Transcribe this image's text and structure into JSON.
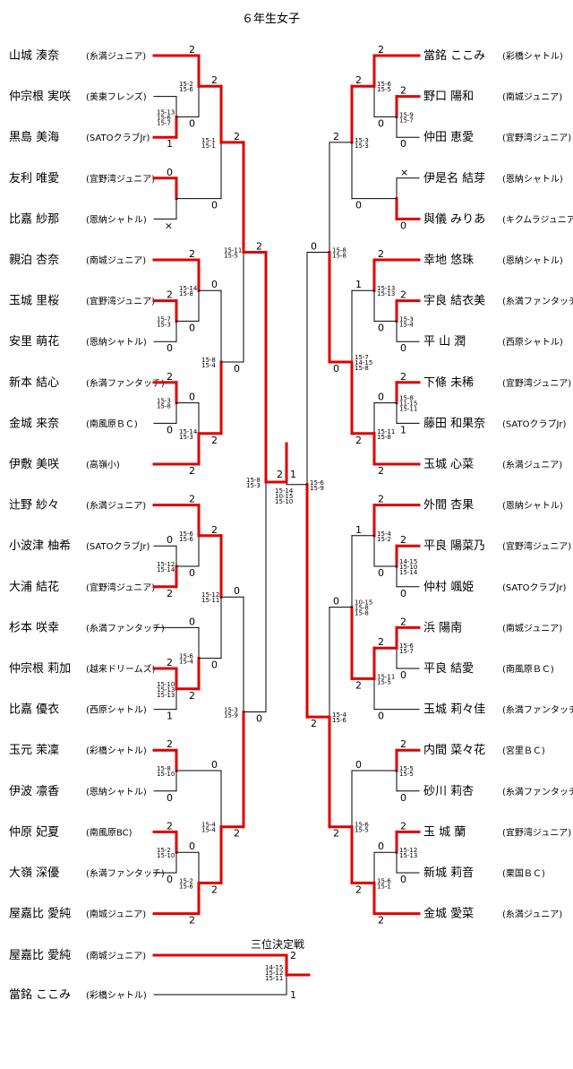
{
  "title": "６年生女子",
  "third_place_title": "三位決定戦",
  "colors": {
    "win": "#e00000",
    "lose": "#000000"
  },
  "left_players": [
    {
      "name": "山城 湊奈",
      "club": "(糸満ジュニア)"
    },
    {
      "name": "仲宗根 実咲",
      "club": "(美東フレンズ)"
    },
    {
      "name": "黒島 美海",
      "club": "(SATOクラブJr)"
    },
    {
      "name": "友利 唯愛",
      "club": "(宜野湾ジュニア)"
    },
    {
      "name": "比嘉 紗那",
      "club": "(恩納シャトル)"
    },
    {
      "name": "親泊 杏奈",
      "club": "(南城ジュニア)"
    },
    {
      "name": "玉城 里桜",
      "club": "(宜野湾ジュニア)"
    },
    {
      "name": "安里 萌花",
      "club": "(恩納シャトル)"
    },
    {
      "name": "新本 結心",
      "club": "(糸満ファンタッチ)"
    },
    {
      "name": "金城 来奈",
      "club": "(南風原ＢＣ)"
    },
    {
      "name": "伊敷 美咲",
      "club": "(高嶺小)"
    },
    {
      "name": "辻野 紗々",
      "club": "(糸満ジュニア)"
    },
    {
      "name": "小波津 柚希",
      "club": "(SATOクラブJr)"
    },
    {
      "name": "大浦 結花",
      "club": "(宜野湾ジュニア)"
    },
    {
      "name": "杉本 咲幸",
      "club": "(糸満ファンタッチ)"
    },
    {
      "name": "仲宗根 莉加",
      "club": "(越来ドリームズ)"
    },
    {
      "name": "比嘉 優衣",
      "club": "(西原シャトル)"
    },
    {
      "name": "玉元 茉凜",
      "club": "(彩橋シャトル)"
    },
    {
      "name": "伊波 凛香",
      "club": "(恩納シャトル)"
    },
    {
      "name": "仲原 妃夏",
      "club": "(南風原BC)"
    },
    {
      "name": "大嶺 深優",
      "club": "(糸満ファンタッチ)"
    },
    {
      "name": "屋嘉比 愛純",
      "club": "(南城ジュニア)"
    }
  ],
  "right_players": [
    {
      "name": "當銘 ここみ",
      "club": "(彩橋シャトル)"
    },
    {
      "name": "野口 陽和",
      "club": "(南城ジュニア)"
    },
    {
      "name": "仲田 恵愛",
      "club": "(宜野湾ジュニア)"
    },
    {
      "name": "伊是名 結芽",
      "club": "(恩納シャトル)"
    },
    {
      "name": "與儀 みりあ",
      "club": "(キクムラジュニア)"
    },
    {
      "name": "幸地 悠珠",
      "club": "(恩納シャトル)"
    },
    {
      "name": "宇良 結衣美",
      "club": "(糸満ファンタッチ)"
    },
    {
      "name": "平 山 潤",
      "club": "(西原シャトル)"
    },
    {
      "name": "下條 未稀",
      "club": "(宜野湾ジュニア)"
    },
    {
      "name": "藤田 和果奈",
      "club": "(SATOクラブJr)"
    },
    {
      "name": "玉城 心菜",
      "club": "(糸満ジュニア)"
    },
    {
      "name": "外間 杏果",
      "club": "(恩納シャトル)"
    },
    {
      "name": "平良 陽菜乃",
      "club": "(宜野湾ジュニア)"
    },
    {
      "name": "仲村 颯姫",
      "club": "(SATOクラブJr)"
    },
    {
      "name": "浜 陽南",
      "club": "(南城ジュニア)"
    },
    {
      "name": "平良 結愛",
      "club": "(南風原ＢＣ)"
    },
    {
      "name": "玉城 莉々佳",
      "club": "(糸満ファンタッチ)"
    },
    {
      "name": "内間 菜々花",
      "club": "(宮里ＢＣ)"
    },
    {
      "name": "砂川 莉杏",
      "club": "(糸満ファンタッチ)"
    },
    {
      "name": "玉 城 蘭",
      "club": "(宜野湾ジュニア)"
    },
    {
      "name": "新城 莉音",
      "club": "(栗国ＢＣ)"
    },
    {
      "name": "金城 愛菜",
      "club": "(糸満ジュニア)"
    }
  ],
  "left_matches": [
    {
      "a": 1,
      "b": 2,
      "winner": "b",
      "sa": "",
      "sb": "1",
      "scores": [
        "15-13",
        "15-6",
        "15-7"
      ]
    },
    {
      "a": 0,
      "b": "m0",
      "winner": "a",
      "sa": "2",
      "sb": "0",
      "scores": [
        "15-2",
        "15-6"
      ]
    },
    {
      "a": 3,
      "b": 4,
      "winner": "a",
      "sa": "0",
      "sb": "×",
      "scores": []
    },
    {
      "a": "m1",
      "b": "m2",
      "winner": "a",
      "sa": "2",
      "sb": "0",
      "scores": [
        "15-1",
        "15-1"
      ]
    },
    {
      "a": 6,
      "b": 7,
      "winner": "a",
      "sa": "2",
      "sb": "0",
      "scores": [
        "15-7",
        "15-3"
      ]
    },
    {
      "a": 5,
      "b": "m4",
      "winner": "a",
      "sa": "2",
      "sb": "0",
      "scores": [
        "15-14",
        "15-8"
      ]
    },
    {
      "a": 8,
      "b": 9,
      "winner": "a",
      "sa": "2",
      "sb": "0",
      "scores": [
        "15-3",
        "15-8"
      ]
    },
    {
      "a": "m6",
      "b": 10,
      "winner": "b",
      "sa": "0",
      "sb": "2",
      "scores": [
        "15-14",
        "15-3"
      ]
    },
    {
      "a": "m5",
      "b": "m7",
      "winner": "b",
      "sa": "0",
      "sb": "2",
      "scores": [
        "15-8",
        "15-4"
      ]
    },
    {
      "a": "m3",
      "b": "m8",
      "winner": "a",
      "sa": "2",
      "sb": "0",
      "scores": [
        "15-11",
        "15-5"
      ]
    },
    {
      "a": 12,
      "b": 13,
      "winner": "b",
      "sa": "0",
      "sb": "2",
      "scores": [
        "15-12",
        "15-14"
      ]
    },
    {
      "a": 11,
      "b": "m10",
      "winner": "a",
      "sa": "2",
      "sb": "0",
      "scores": [
        "15-6",
        "15-6"
      ]
    },
    {
      "a": 15,
      "b": 16,
      "winner": "a",
      "sa": "2",
      "sb": "1",
      "scores": [
        "15-10",
        "15-13",
        "15-13"
      ]
    },
    {
      "a": 14,
      "b": "m12",
      "winner": "b",
      "sa": "0",
      "sb": "2",
      "scores": [
        "15-6",
        "15-4"
      ]
    },
    {
      "a": "m11",
      "b": "m13",
      "winner": "a",
      "sa": "2",
      "sb": "0",
      "scores": [
        "15-12",
        "15-11"
      ]
    },
    {
      "a": 17,
      "b": 18,
      "winner": "a",
      "sa": "2",
      "sb": "0",
      "scores": [
        "15-8",
        "15-10"
      ]
    },
    {
      "a": 19,
      "b": 20,
      "winner": "a",
      "sa": "2",
      "sb": "0",
      "scores": [
        "15-2",
        "15-10"
      ]
    },
    {
      "a": "m16",
      "b": 21,
      "winner": "b",
      "sa": "0",
      "sb": "2",
      "scores": [
        "15-2",
        "15-6"
      ]
    },
    {
      "a": "m15",
      "b": "m17",
      "winner": "b",
      "sa": "0",
      "sb": "2",
      "scores": [
        "15-4",
        "15-4"
      ]
    },
    {
      "a": "m14",
      "b": "m18",
      "winner": "b",
      "sa": "0",
      "sb": "2",
      "scores": [
        "15-3",
        "15-9"
      ]
    },
    {
      "a": "m9",
      "b": "m19",
      "winner": "a",
      "sa": "2",
      "sb": "0",
      "scores": [
        "15-8",
        "15-3"
      ]
    }
  ],
  "right_matches": [
    {
      "a": 1,
      "b": 2,
      "winner": "a",
      "sa": "2",
      "sb": "0",
      "scores": [
        "15-9",
        "15-7"
      ]
    },
    {
      "a": 0,
      "b": "m0",
      "winner": "a",
      "sa": "2",
      "sb": "0",
      "scores": [
        "15-6",
        "15-5"
      ]
    },
    {
      "a": 3,
      "b": 4,
      "winner": "b",
      "sa": "×",
      "sb": "0",
      "scores": []
    },
    {
      "a": "m1",
      "b": "m2",
      "winner": "a",
      "sa": "2",
      "sb": "0",
      "scores": [
        "15-3",
        "15-3"
      ]
    },
    {
      "a": 6,
      "b": 7,
      "winner": "a",
      "sa": "2",
      "sb": "0",
      "scores": [
        "15-3",
        "15-4"
      ]
    },
    {
      "a": 5,
      "b": "m4",
      "winner": "a",
      "sa": "2",
      "sb": "0",
      "scores": [
        "15-13",
        "15-13"
      ]
    },
    {
      "a": 8,
      "b": 9,
      "winner": "a",
      "sa": "2",
      "sb": "1",
      "scores": [
        "15-8",
        "11-15",
        "15-11"
      ]
    },
    {
      "a": "m6",
      "b": 10,
      "winner": "b",
      "sa": "0",
      "sb": "2",
      "scores": [
        "15-11",
        "15-8"
      ]
    },
    {
      "a": "m5",
      "b": "m7",
      "winner": "b",
      "sa": "1",
      "sb": "2",
      "scores": [
        "15-7",
        "14-15",
        "15-8"
      ]
    },
    {
      "a": "m3",
      "b": "m8",
      "winner": "b",
      "sa": "2",
      "sb": "0",
      "scores": [
        "15-8",
        "15-8"
      ]
    },
    {
      "a": 12,
      "b": 13,
      "winner": "a",
      "sa": "2",
      "sb": "0",
      "scores": [
        "14-15",
        "15-10",
        "15-14"
      ]
    },
    {
      "a": 11,
      "b": "m10",
      "winner": "a",
      "sa": "2",
      "sb": "0",
      "scores": [
        "15-4",
        "15-2"
      ]
    },
    {
      "a": 14,
      "b": 15,
      "winner": "a",
      "sa": "2",
      "sb": "0",
      "scores": [
        "15-6",
        "15-7"
      ]
    },
    {
      "a": "m12",
      "b": 16,
      "winner": "a",
      "sa": "2",
      "sb": "0",
      "scores": [
        "15-11",
        "15-5"
      ]
    },
    {
      "a": "m11",
      "b": "m13",
      "winner": "b",
      "sa": "1",
      "sb": "2",
      "scores": [
        "10-15",
        "15-8",
        "15-8"
      ]
    },
    {
      "a": 17,
      "b": 18,
      "winner": "a",
      "sa": "2",
      "sb": "0",
      "scores": [
        "15-5",
        "15-5"
      ]
    },
    {
      "a": 19,
      "b": 20,
      "winner": "a",
      "sa": "2",
      "sb": "0",
      "scores": [
        "15-12",
        "15-13"
      ]
    },
    {
      "a": "m16",
      "b": 21,
      "winner": "b",
      "sa": "0",
      "sb": "2",
      "scores": [
        "15-6",
        "15-1"
      ]
    },
    {
      "a": "m15",
      "b": "m17",
      "winner": "b",
      "sa": "0",
      "sb": "2",
      "scores": [
        "15-6",
        "15-5"
      ]
    },
    {
      "a": "m14",
      "b": "m18",
      "winner": "b",
      "sa": "0",
      "sb": "2",
      "scores": [
        "15-4",
        "15-6"
      ]
    },
    {
      "a": "m9",
      "b": "m19",
      "winner": "b",
      "sa": "0",
      "sb": "2",
      "scores": [
        "15-6",
        "15-9"
      ]
    }
  ],
  "final": {
    "left_score": "2",
    "right_score": "1",
    "scores": [
      "15-14",
      "10-15",
      "15-10"
    ]
  },
  "third_place": {
    "players": [
      {
        "name": "屋嘉比 愛純",
        "club": "(南城ジュニア)"
      },
      {
        "name": "當銘 ここみ",
        "club": "(彩橋シャトル)"
      }
    ],
    "sa": "2",
    "sb": "1",
    "scores": [
      "14-15",
      "15-12",
      "15-11"
    ]
  }
}
